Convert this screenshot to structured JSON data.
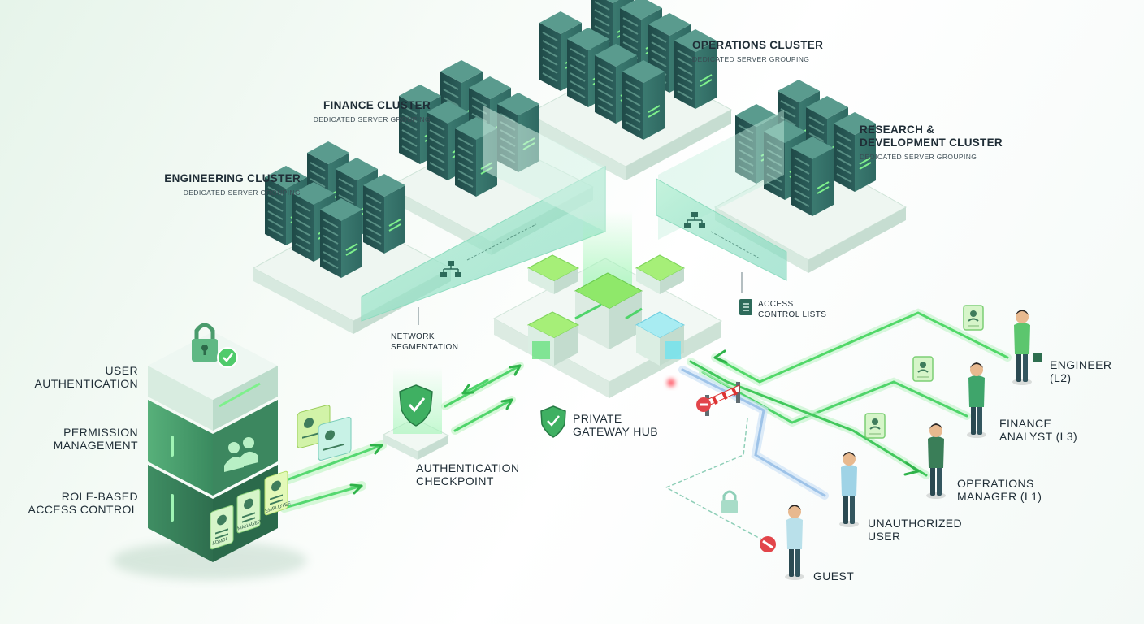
{
  "clusters": {
    "operations": {
      "title": "OPERATIONS CLUSTER",
      "subtitle": "DEDICATED SERVER GROUPING"
    },
    "finance": {
      "title": "FINANCE CLUSTER",
      "subtitle": "DEDICATED SERVER GROUPING"
    },
    "research": {
      "title_line1": "RESEARCH &",
      "title_line2": "DEVELOPMENT CLUSTER",
      "subtitle": "DEDICATED SERVER GROUPING"
    },
    "engineering": {
      "title": "ENGINEERING CLUSTER",
      "subtitle": "DEDICATED SERVER GROUPING"
    }
  },
  "access_tower": {
    "layers": [
      {
        "line1": "USER",
        "line2": "AUTHENTICATION"
      },
      {
        "line1": "PERMISSION",
        "line2": "MANAGEMENT"
      },
      {
        "line1": "ROLE-BASED",
        "line2": "ACCESS CONTROL"
      }
    ],
    "badge_labels": [
      "ADMIN",
      "MANAGER",
      "EMPLOYEE"
    ]
  },
  "network": {
    "segmentation_label_line1": "NETWORK",
    "segmentation_label_line2": "SEGMENTATION",
    "acl_label_line1": "ACCESS",
    "acl_label_line2": "CONTROL LISTS",
    "checkpoint_line1": "AUTHENTICATION",
    "checkpoint_line2": "CHECKPOINT",
    "gateway_line1": "PRIVATE",
    "gateway_line2": "GATEWAY HUB"
  },
  "users": [
    {
      "line1": "ENGINEER",
      "line2": "(L2)",
      "status": "authorized"
    },
    {
      "line1": "FINANCE",
      "line2": "ANALYST (L3)",
      "status": "authorized"
    },
    {
      "line1": "OPERATIONS",
      "line2": "MANAGER (L1)",
      "status": "authorized"
    },
    {
      "line1": "UNAUTHORIZED",
      "line2": "USER",
      "status": "blocked"
    },
    {
      "line1": "GUEST",
      "line2": "",
      "status": "blocked"
    }
  ],
  "colors": {
    "accent_green": "#4fd46a",
    "server_dark": "#2c5b57",
    "server_mid": "#3d7a6f",
    "platform": "#e8f2ec",
    "teal_glow": "#6fe3f0",
    "blocked_red": "#e2454a",
    "blocked_blue": "#9ec3e8"
  },
  "icons": [
    "padlock-icon",
    "checkmark-icon",
    "people-icon",
    "shield-icon",
    "network-tree-icon",
    "document-icon",
    "gate-barrier-icon",
    "no-entry-icon",
    "id-badge-icon"
  ]
}
